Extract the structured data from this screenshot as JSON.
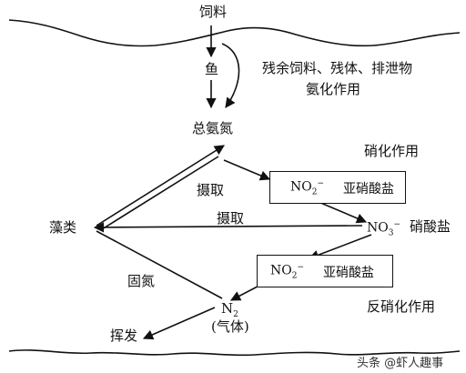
{
  "labels": {
    "feed": "饲料",
    "fish": "鱼",
    "residue_line1": "残余饲料、残体、排泄物",
    "residue_line2": "氨化作用",
    "total_ammonia": "总氨氮",
    "nitrification": "硝化作用",
    "uptake_upper": "摄取",
    "uptake_middle": "摄取",
    "algae": "藻类",
    "nitrate_formula": "NO",
    "nitrate_sub": "3",
    "nitrate_sup": "−",
    "nitrate_name": "硝酸盐",
    "nitrite_formula": "NO",
    "nitrite_sub": "2",
    "nitrite_sup": "−",
    "nitrite_name": "亚硝酸盐",
    "fixation": "固氮",
    "n2_formula": "N",
    "n2_sub": "2",
    "gas": "(气体)",
    "volatilize": "挥发",
    "denitrification": "反硝化作用",
    "watermark": "头条 @虾人趣事"
  }
}
